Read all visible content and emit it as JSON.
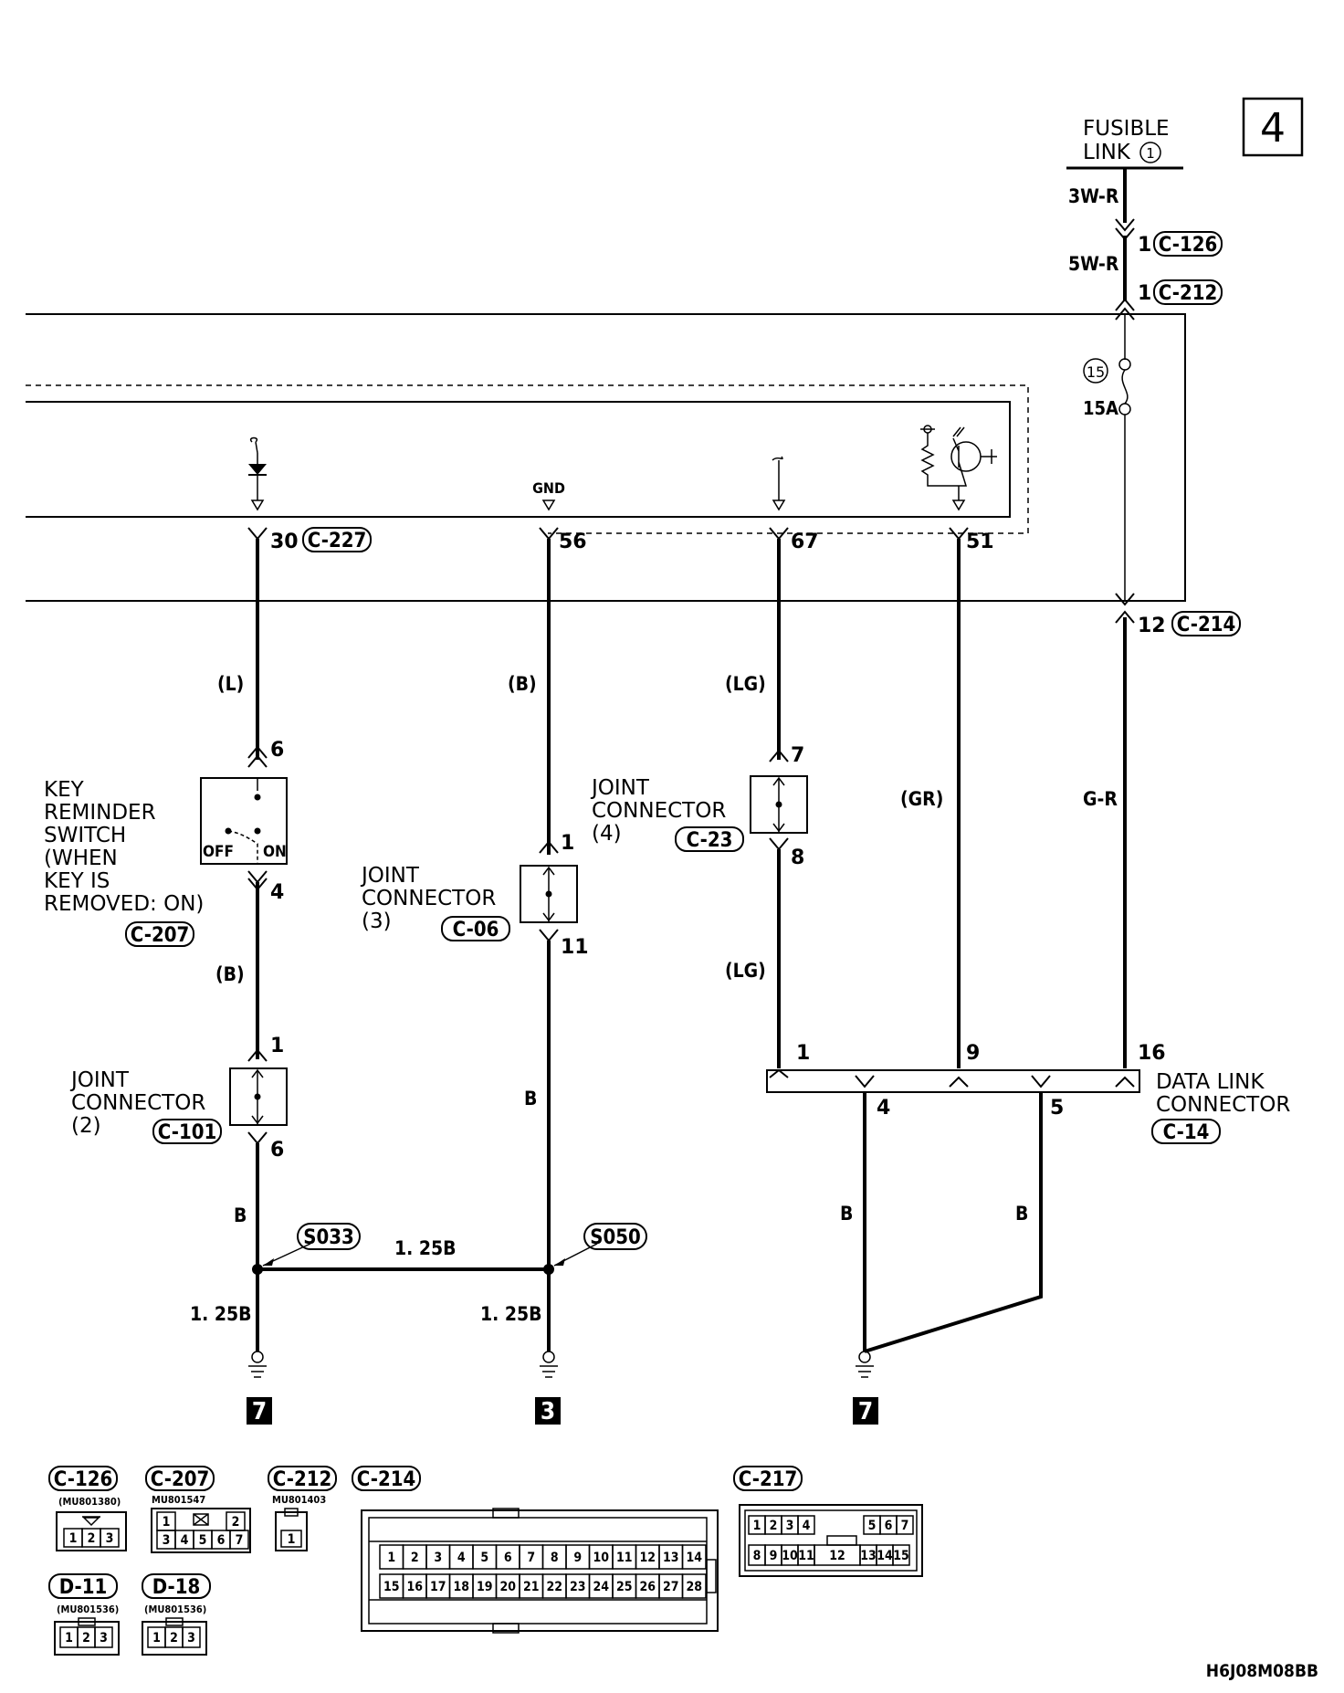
{
  "page_number": "4",
  "drawing_code": "H6J08M08BB",
  "fusible_link": {
    "label_line1": "FUSIBLE",
    "label_line2": "LINK",
    "number": "1"
  },
  "fuse": {
    "number": "15",
    "rating": "15A"
  },
  "wires": {
    "top_upper": "3W-R",
    "top_lower": "5W-R",
    "right_main": "G-R",
    "col_67_upper": "(LG)",
    "col_67_lower": "(LG)",
    "col_51": "(GR)",
    "col_30_upper": "(L)",
    "col_30_lower": "(B)",
    "col_56_upper": "(B)",
    "col_56_lower": "B",
    "left_lower_b": "B",
    "left_ground": "1. 25B",
    "middle_ground": "1. 25B",
    "bridge": "1. 25B",
    "dlc_left": "B",
    "dlc_right": "B"
  },
  "connectors": {
    "c126": "C-126",
    "c212": "C-212",
    "c227": "C-227",
    "c214": "C-214",
    "c207": "C-207",
    "c06": "C-06",
    "c23": "C-23",
    "c101": "C-101",
    "c14": "C-14",
    "d11": "D-11",
    "d18": "D-18",
    "c217": "C-217"
  },
  "pins": {
    "c126": "1",
    "c212": "1",
    "c214": "12",
    "p30": "30",
    "p56": "56",
    "p67": "67",
    "p51": "51",
    "krs_top": "6",
    "krs_bottom": "4",
    "jc3_top": "1",
    "jc3_bottom": "11",
    "jc4_top": "7",
    "jc4_bottom": "8",
    "jc2_top": "1",
    "jc2_bottom": "6",
    "dlc_1": "1",
    "dlc_9": "9",
    "dlc_16": "16",
    "dlc_4": "4",
    "dlc_5": "5"
  },
  "ecu": {
    "gnd_label": "GND"
  },
  "key_reminder": {
    "lines": [
      "KEY",
      "REMINDER",
      "SWITCH",
      "(WHEN",
      "KEY IS",
      "REMOVED: ON)"
    ],
    "off": "OFF",
    "on": "ON"
  },
  "joint_connector_3": {
    "line1": "JOINT",
    "line2": "CONNECTOR",
    "line3": "(3)"
  },
  "joint_connector_4": {
    "line1": "JOINT",
    "line2": "CONNECTOR",
    "line3": "(4)"
  },
  "joint_connector_2": {
    "line1": "JOINT",
    "line2": "CONNECTOR",
    "line3": "(2)"
  },
  "data_link_connector": {
    "line1": "DATA LINK",
    "line2": "CONNECTOR"
  },
  "splices": {
    "s033": "S033",
    "s050": "S050"
  },
  "grounds": {
    "left": "7",
    "middle": "3",
    "right": "7"
  },
  "legend": {
    "c126_part": "(MU801380)",
    "c207_part": "MU801547",
    "c212_part": "MU801403",
    "d11_part": "(MU801536)",
    "d18_part": "(MU801536)",
    "c126_cells": [
      "1",
      "2",
      "3"
    ],
    "c207_top": [
      "1",
      "2"
    ],
    "c207_bottom": [
      "3",
      "4",
      "5",
      "6",
      "7"
    ],
    "c212_cells": [
      "1"
    ],
    "d11_cells": [
      "1",
      "2",
      "3"
    ],
    "d18_cells": [
      "1",
      "2",
      "3"
    ],
    "c214_row1": [
      "1",
      "2",
      "3",
      "4",
      "5",
      "6",
      "7",
      "8",
      "9",
      "10",
      "11",
      "12",
      "13",
      "14"
    ],
    "c214_row2": [
      "15",
      "16",
      "17",
      "18",
      "19",
      "20",
      "21",
      "22",
      "23",
      "24",
      "25",
      "26",
      "27",
      "28"
    ],
    "c217_top": [
      "1",
      "2",
      "3",
      "4",
      "5",
      "6",
      "7"
    ],
    "c217_bottom": [
      "8",
      "9",
      "10",
      "11",
      "12",
      "13",
      "14",
      "15"
    ]
  }
}
